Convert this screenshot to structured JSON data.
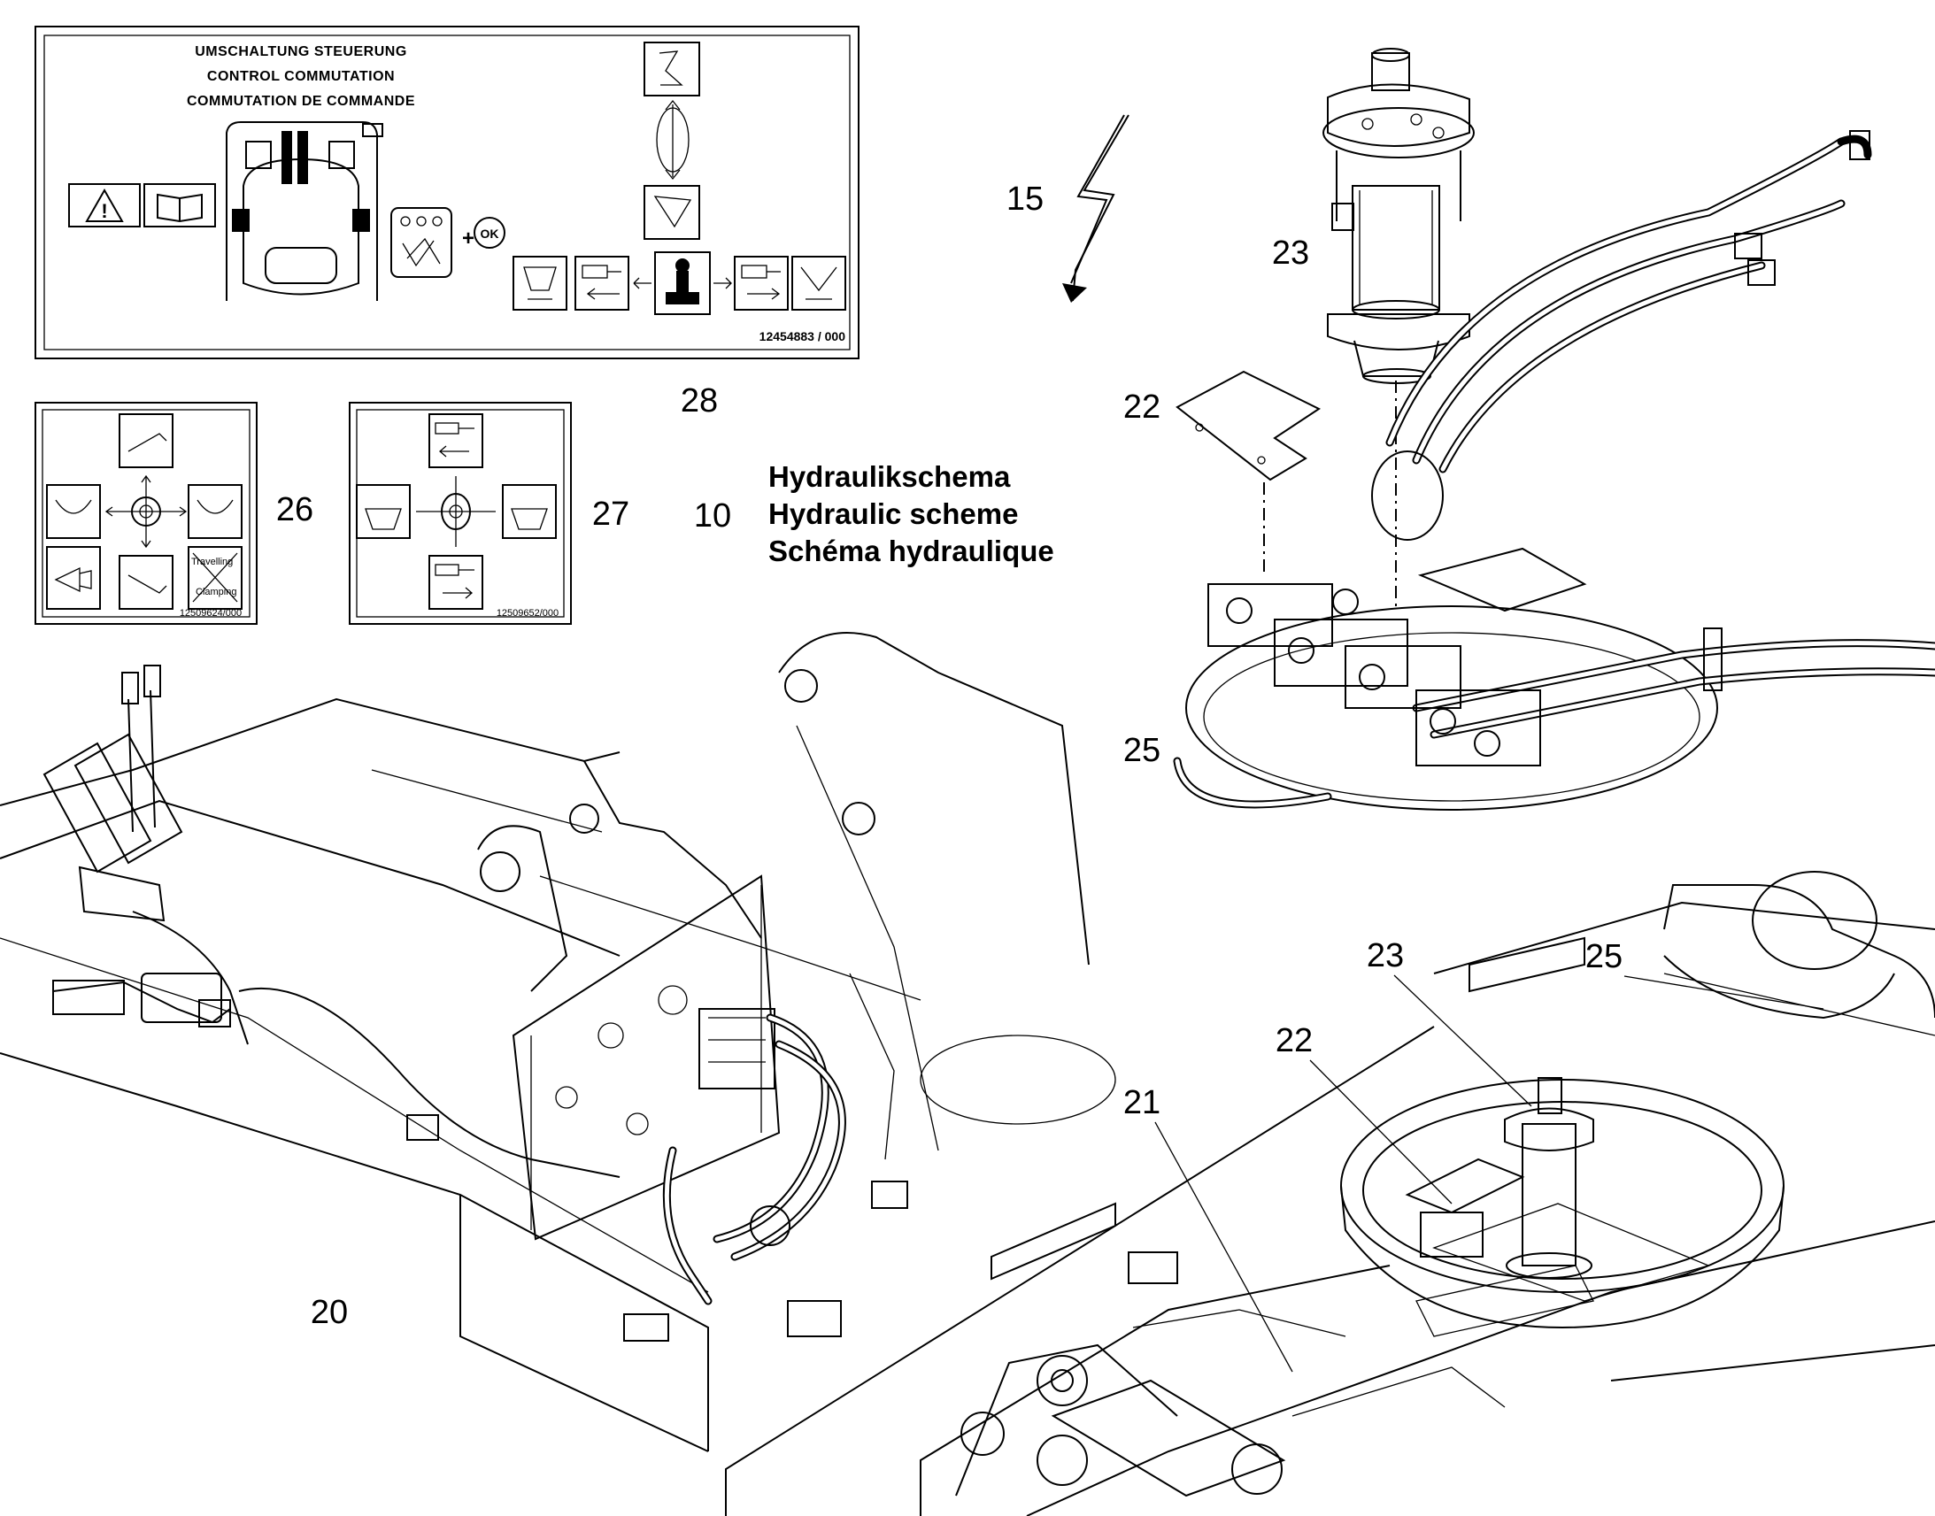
{
  "sticker_28": {
    "title_de": "UMSCHALTUNG STEUERUNG",
    "title_en": "CONTROL COMMUTATION",
    "title_fr": "COMMUTATION DE COMMANDE",
    "part_number": "12454883 / 000",
    "ok_label": "OK",
    "plus": "+"
  },
  "sticker_26": {
    "part_number": "12509624/000",
    "travelling": "Travelling",
    "claiming": "Clamping"
  },
  "sticker_27": {
    "part_number": "12509652/000"
  },
  "legend": {
    "number": "10",
    "line_de": "Hydraulikschema",
    "line_en": "Hydraulic scheme",
    "line_fr": "Schéma hydraulique"
  },
  "callouts": {
    "c15": "15",
    "c20": "20",
    "c21": "21",
    "c22_top": "22",
    "c22_bottom": "22",
    "c23_top": "23",
    "c23_bottom": "23",
    "c25_top": "25",
    "c25_bottom": "25",
    "c26": "26",
    "c27": "27",
    "c28": "28"
  }
}
